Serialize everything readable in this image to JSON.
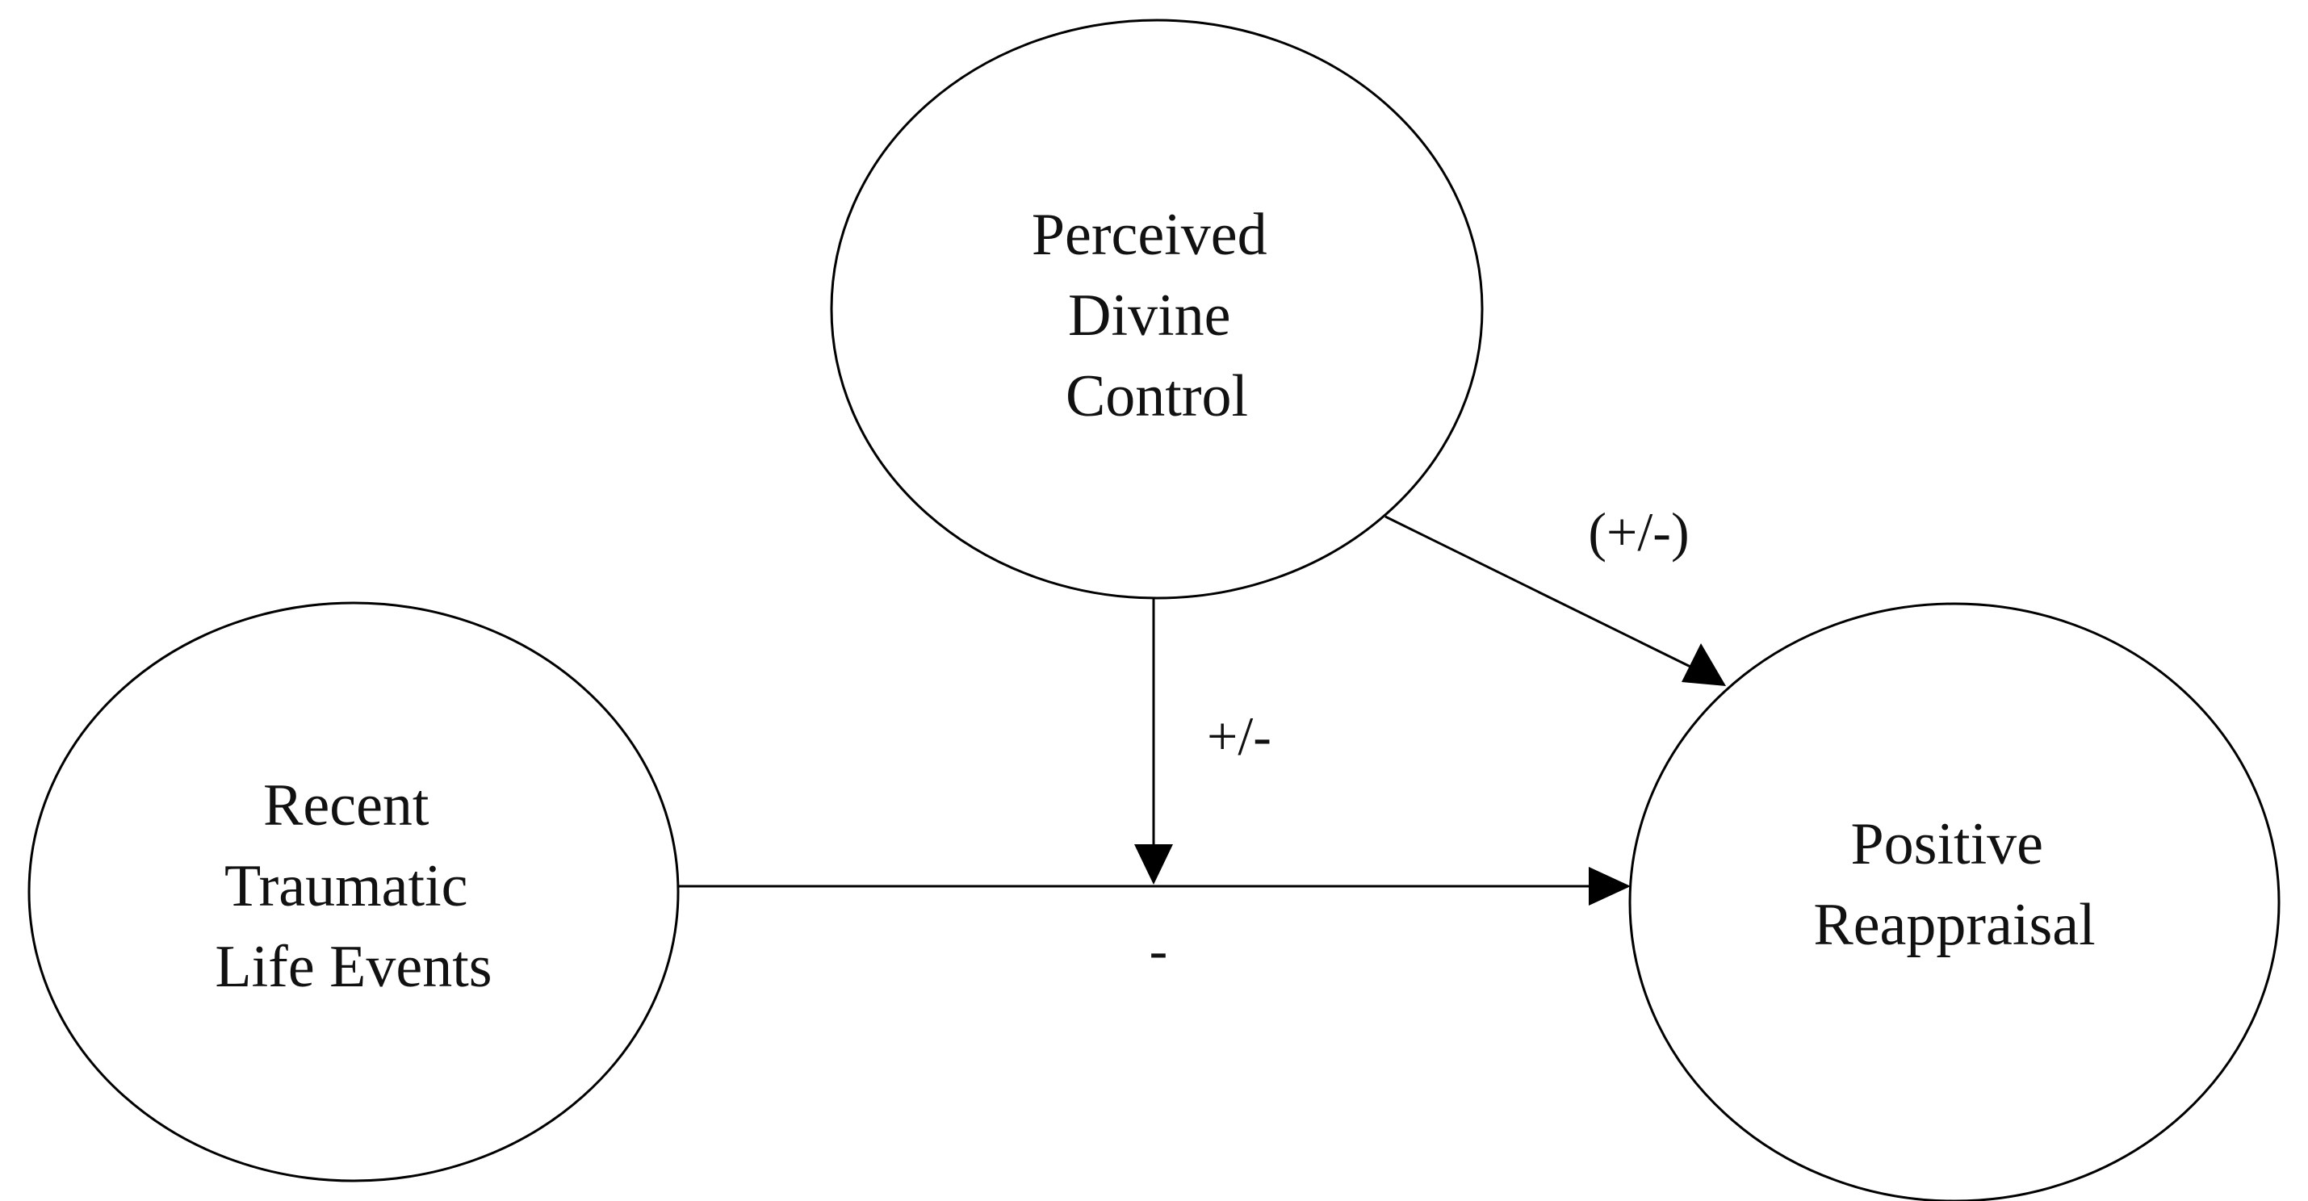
{
  "nodes": {
    "perceived_divine_control": {
      "lines": [
        "Perceived",
        "Divine",
        "Control"
      ]
    },
    "recent_traumatic_life_events": {
      "lines": [
        "Recent",
        "Traumatic",
        "Life Events"
      ]
    },
    "positive_reappraisal": {
      "lines": [
        "Positive",
        "Reappraisal"
      ]
    }
  },
  "edges": {
    "trauma_to_reappraisal": {
      "label": "-"
    },
    "divine_control_moderation": {
      "label": "+/-"
    },
    "divine_control_to_reappraisal": {
      "label": "(+/-)"
    }
  }
}
